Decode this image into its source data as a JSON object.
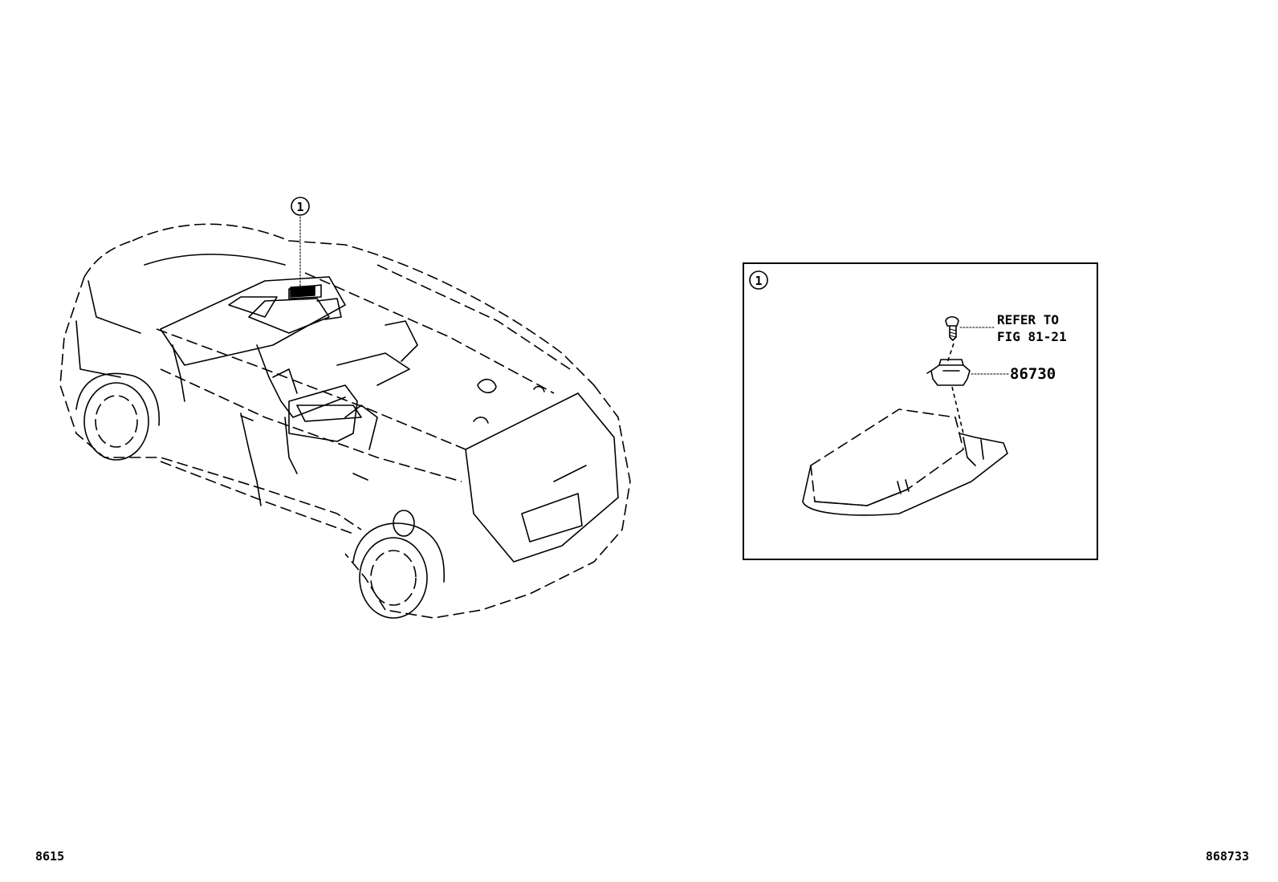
{
  "callout_main": {
    "label": "1"
  },
  "detail_box": {
    "callout_label": "1",
    "refer_line1": "REFER TO",
    "refer_line2": "FIG 81-21",
    "part_number": "86730"
  },
  "footer": {
    "figure_number": "8615",
    "illustration_number": "868733"
  }
}
